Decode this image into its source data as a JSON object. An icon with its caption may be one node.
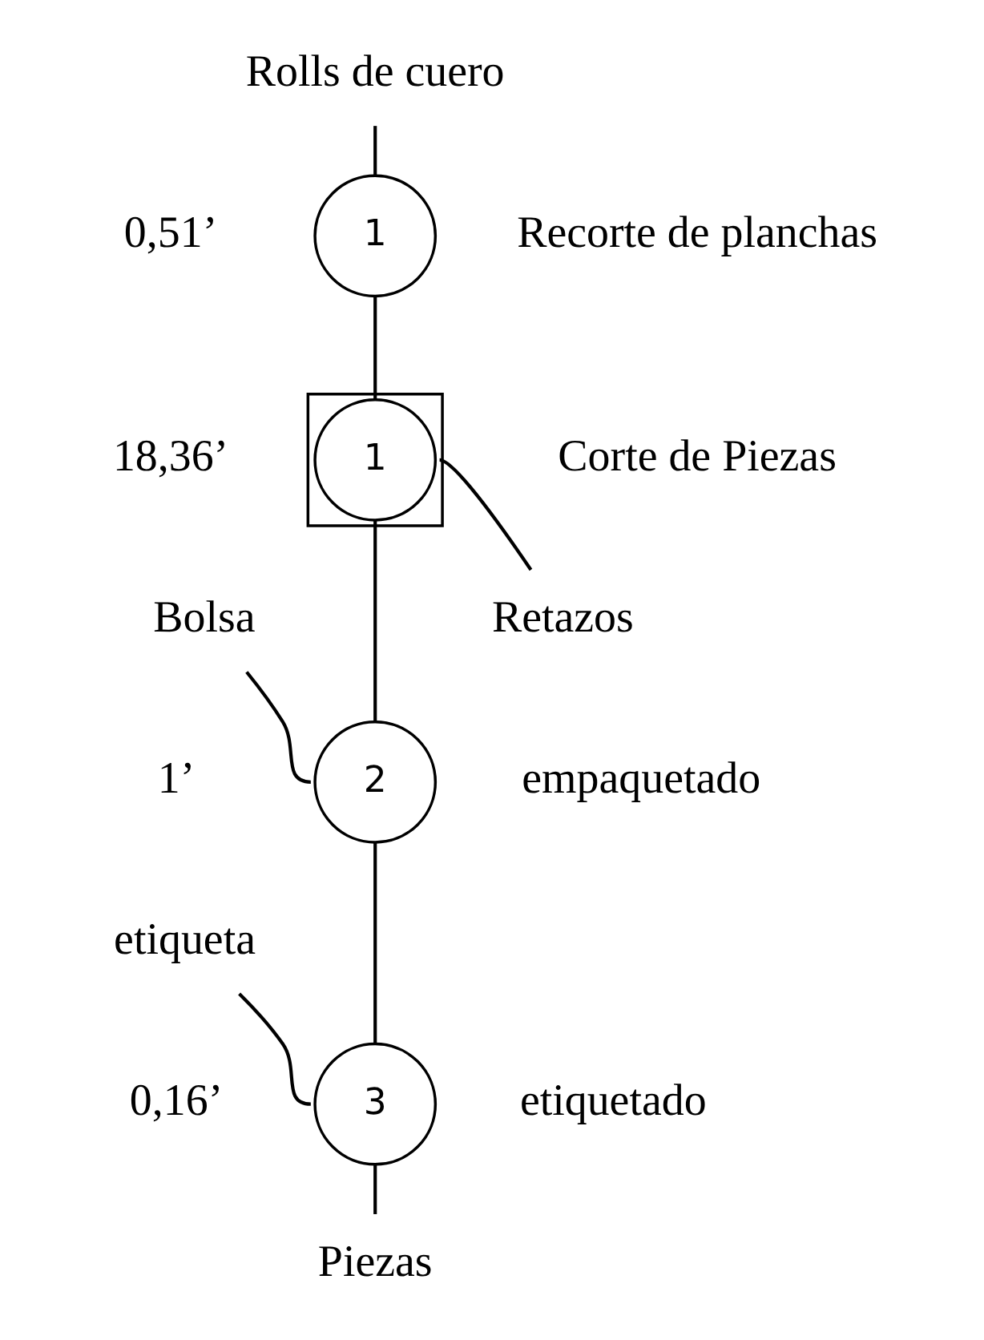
{
  "diagram": {
    "nodes": [
      {
        "text": [
          "Rolls de cuero"
        ]
      },
      {
        "text": [
          "1"
        ],
        "beside": [
          "Recorte de planchas",
          "0,51’"
        ]
      },
      {
        "text": [],
        "shape": "box"
      },
      {
        "text": [
          "1"
        ],
        "in": 2,
        "beside": [
          "Corte de Piezas",
          "18,36’"
        ]
      },
      {
        "text": [
          "Retazos"
        ]
      },
      {
        "text": [
          "Bolsa"
        ]
      },
      {
        "text": [
          "2"
        ],
        "beside": [
          "empaquetado",
          "1’"
        ]
      },
      {
        "text": [
          "etiqueta"
        ]
      },
      {
        "text": [
          "3"
        ],
        "beside": [
          "etiquetado",
          "0,16’"
        ]
      },
      {
        "text": [
          "Piezas"
        ]
      }
    ],
    "edges": [
      {
        "from": 0,
        "to": 1,
        "arrow": "none"
      },
      {
        "from": 1,
        "to": 3,
        "arrow": "none"
      },
      {
        "from": 3,
        "to": 6,
        "arrow": "none"
      },
      {
        "from": 3,
        "to": 4,
        "arrow": "none"
      },
      {
        "from": 5,
        "to": 6,
        "arrow": "none"
      },
      {
        "from": 6,
        "to": 8,
        "arrow": "none"
      },
      {
        "from": 7,
        "to": 8,
        "arrow": "none"
      },
      {
        "from": 8,
        "to": 9,
        "arrow": "none"
      }
    ]
  }
}
